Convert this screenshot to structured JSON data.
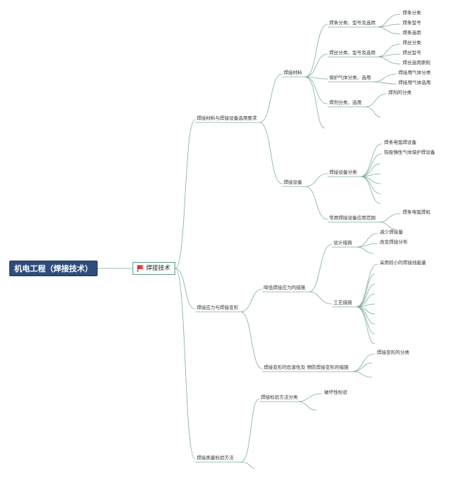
{
  "root": {
    "label": "机电工程（焊接技术）"
  },
  "main": {
    "label": "焊接技术",
    "icon": "red-flag-icon"
  },
  "branches": {
    "materials_equipment": "焊接材料与焊接设备选用要求",
    "materials": "焊接材料",
    "rod": "焊条分类、型号及选用",
    "rod_items": [
      "焊条分类",
      "焊条型号",
      "焊条选用"
    ],
    "wire": "焊丝分类、型号及选用",
    "wire_items": [
      "焊丝分类",
      "焊丝型号",
      "焊丝选用原则"
    ],
    "gas": "保护气体分类、选用",
    "gas_items": [
      "焊接用气体分类",
      "焊接用气体选用"
    ],
    "flux": "焊剂分类、选用",
    "flux_items": [
      "焊剂的分类"
    ],
    "equipment": "焊接设备",
    "equip_class": "焊接设备分类",
    "equip_class_items": [
      "焊条电弧焊设备",
      "钨极惰性气体保护焊设备"
    ],
    "equip_app": "常用焊接设备应用范围",
    "equip_app_items": [
      "焊条电弧焊机"
    ],
    "stress": "焊接应力与焊接变形",
    "reduce_stress": "降低焊接应力的措施",
    "design": "设计措施",
    "design_items": [
      "减少焊接量",
      "改变焊接分布"
    ],
    "process": "工艺措施",
    "process_items": [
      "采用较小的焊接线能量"
    ],
    "deform": "焊接变形的危害性及 预防焊接变形的措施",
    "deform_items": [
      "焊接变形的分类"
    ],
    "inspection": "焊接质量检验方法",
    "inspect_class": "焊接检验方法分类",
    "inspect_items": [
      "破坏性检验"
    ]
  }
}
